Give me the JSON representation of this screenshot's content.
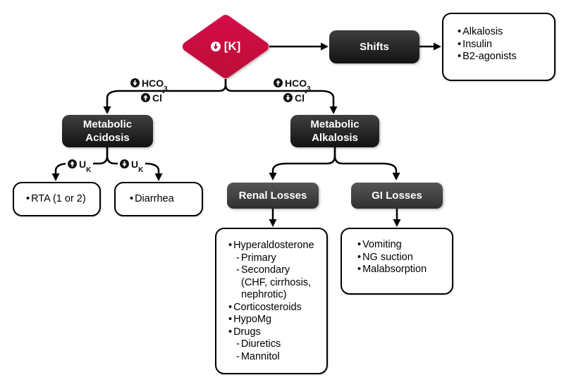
{
  "colors": {
    "diamond_red_top": "#D31147",
    "diamond_red_bottom": "#BE0C37",
    "node_dark_top": "#3F3F3F",
    "node_dark_bottom": "#121212",
    "node_gray_top": "#565656",
    "node_gray_bottom": "#303030",
    "line": "#000000"
  },
  "root": {
    "label": "[K]",
    "icon": "circle-down-arrow-icon"
  },
  "nodes": {
    "shifts": {
      "label": "Shifts"
    },
    "metabolic_acidosis": {
      "line1": "Metabolic",
      "line2": "Acidosis"
    },
    "metabolic_alkalosis": {
      "line1": "Metabolic",
      "line2": "Alkalosis"
    },
    "renal_losses": {
      "label": "Renal Losses"
    },
    "gi_losses": {
      "label": "GI Losses"
    }
  },
  "edge_labels": {
    "left_hco3": {
      "icon": "circle-down-arrow-icon",
      "text": "HCO",
      "sub": "3"
    },
    "left_cl": {
      "icon": "circle-up-arrow-icon",
      "text": "Cl",
      "sup": "-"
    },
    "right_hco3": {
      "icon": "circle-up-arrow-icon",
      "text": "HCO",
      "sub": "3"
    },
    "right_cl": {
      "icon": "circle-down-arrow-icon",
      "text": "Cl",
      "sup": "-"
    },
    "uk_up": {
      "icon": "circle-up-arrow-icon",
      "text": "U",
      "sub": "K"
    },
    "uk_down": {
      "icon": "circle-down-arrow-icon",
      "text": "U",
      "sub": "K"
    }
  },
  "lists": {
    "shift_causes": {
      "items": [
        {
          "marker": "•",
          "text": "Alkalosis"
        },
        {
          "marker": "•",
          "text": "Insulin"
        },
        {
          "marker": "•",
          "text": "B2-agonists"
        }
      ]
    },
    "rta": {
      "items": [
        {
          "marker": "•",
          "text": "RTA (1 or 2)"
        }
      ]
    },
    "diarrhea": {
      "items": [
        {
          "marker": "•",
          "text": "Diarrhea"
        }
      ]
    },
    "renal_causes": {
      "items": [
        {
          "marker": "•",
          "text": "Hyperaldosterone"
        },
        {
          "marker": "-",
          "text": "Primary"
        },
        {
          "marker": "-",
          "text": "Secondary"
        },
        {
          "marker": "",
          "text": "(CHF, cirrhosis,"
        },
        {
          "marker": "",
          "text": "nephrotic)"
        },
        {
          "marker": "•",
          "text": "Corticosteroids"
        },
        {
          "marker": "•",
          "text": "HypoMg"
        },
        {
          "marker": "•",
          "text": "Drugs"
        },
        {
          "marker": "-",
          "text": "Diuretics"
        },
        {
          "marker": "-",
          "text": "Mannitol"
        }
      ]
    },
    "gi_causes": {
      "items": [
        {
          "marker": "•",
          "text": "Vomiting"
        },
        {
          "marker": "•",
          "text": "NG suction"
        },
        {
          "marker": "•",
          "text": "Malabsorption"
        }
      ]
    }
  }
}
